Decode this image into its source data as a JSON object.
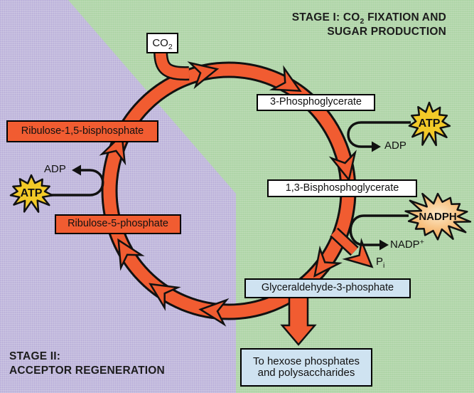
{
  "stage1_label": {
    "pre": "STAGE I: CO",
    "sub": "2",
    "post": " FIXATION AND",
    "line2": "SUGAR PRODUCTION"
  },
  "stage2_label": {
    "line1": "STAGE II:",
    "line2": "ACCEPTOR REGENERATION"
  },
  "boxes": {
    "co2": {
      "base": "CO",
      "sub": "2"
    },
    "phosphoglycerate_3": "3-Phosphoglycerate",
    "bisphosphoglycerate_13": "1,3-Bisphosphoglycerate",
    "glyceraldehyde_3_phosphate": "Glyceraldehyde-3-phosphate",
    "hexose": {
      "line1": "To hexose phosphates",
      "line2": "and polysaccharides"
    },
    "ribulose_15_bisphosphate": "Ribulose-1,5-bisphosphate",
    "ribulose_5_phosphate": "Ribulose-5-phosphate"
  },
  "cofactors": {
    "atp_left": "ATP",
    "adp_left": "ADP",
    "atp_right": "ATP",
    "adp_right": "ADP",
    "nadph": "NADPH",
    "nadp": {
      "base": "NADP",
      "sup": "+"
    },
    "pi": {
      "base": "P",
      "sub": "i"
    }
  },
  "colors": {
    "background_green": "#b3d6ab",
    "background_purple": "#c3bbdd",
    "arrow_orange": "#f15c31",
    "box_orange": "#f15c31",
    "box_blue": "#cfe3f1",
    "box_white": "#ffffff",
    "atp_yellow": "#f3ca28",
    "nadph_center": "#fde9c8",
    "nadph_edge": "#f2a04e",
    "outline_black": "#111111"
  }
}
